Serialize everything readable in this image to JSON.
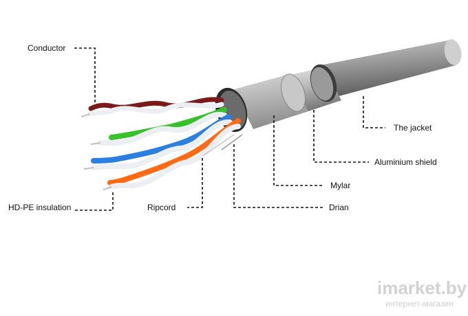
{
  "labels": {
    "conductor": "Conductor",
    "jacket": "The jacket",
    "aluminium_shield": "Aluminium shield",
    "mylar": "Mylar",
    "drain": "Drian",
    "ripcord": "Ripcord",
    "insulation": "HD-PE insulation"
  },
  "watermark": {
    "brand": "imarket.by",
    "tagline": "интернет-магазин"
  },
  "colors": {
    "jacket": "#8c8c8c",
    "shield": "#b4b4b4",
    "pair_brown": "#7a1a1a",
    "pair_green": "#38c22a",
    "pair_blue": "#2a7fe0",
    "pair_orange": "#ff6a12",
    "insulation_white": "#eceff2"
  }
}
